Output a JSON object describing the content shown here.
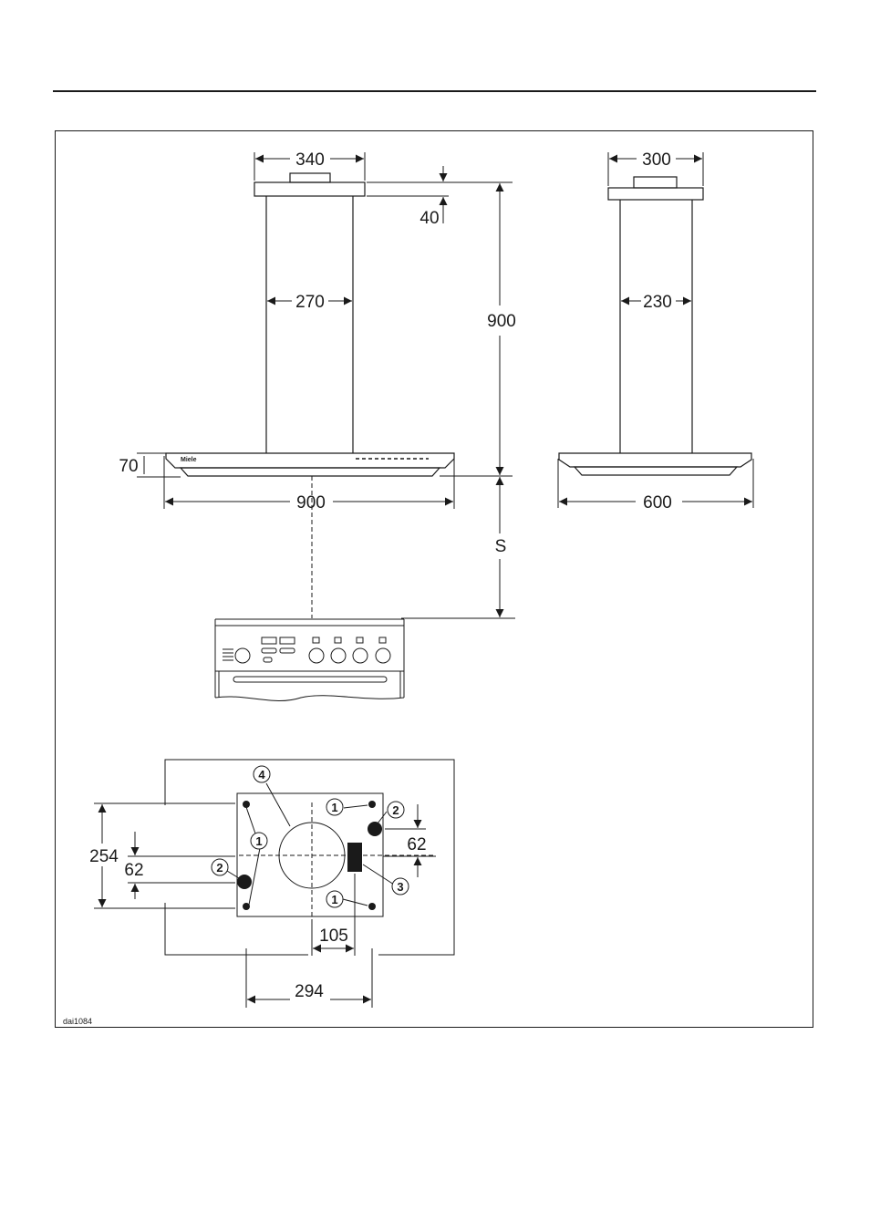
{
  "drawing_ref": "dai1084",
  "dimensions": {
    "canopy_top_width": "340",
    "canopy_top_height": "40",
    "chimney_width_front": "270",
    "chimney_height": "900",
    "hood_height": "70",
    "hood_width_front": "900",
    "clearance": "S",
    "canopy_top_width_side": "300",
    "chimney_width_side": "230",
    "hood_depth_side": "600",
    "mount_height": "254",
    "mount_offset_left": "62",
    "mount_offset_right": "62",
    "duct_offset": "105",
    "mount_width": "294"
  },
  "callouts": {
    "c1": "1",
    "c2": "2",
    "c3": "3",
    "c4": "4"
  },
  "brand_mark": "Miele",
  "colors": {
    "line": "#1a1a1a",
    "background": "#ffffff"
  }
}
